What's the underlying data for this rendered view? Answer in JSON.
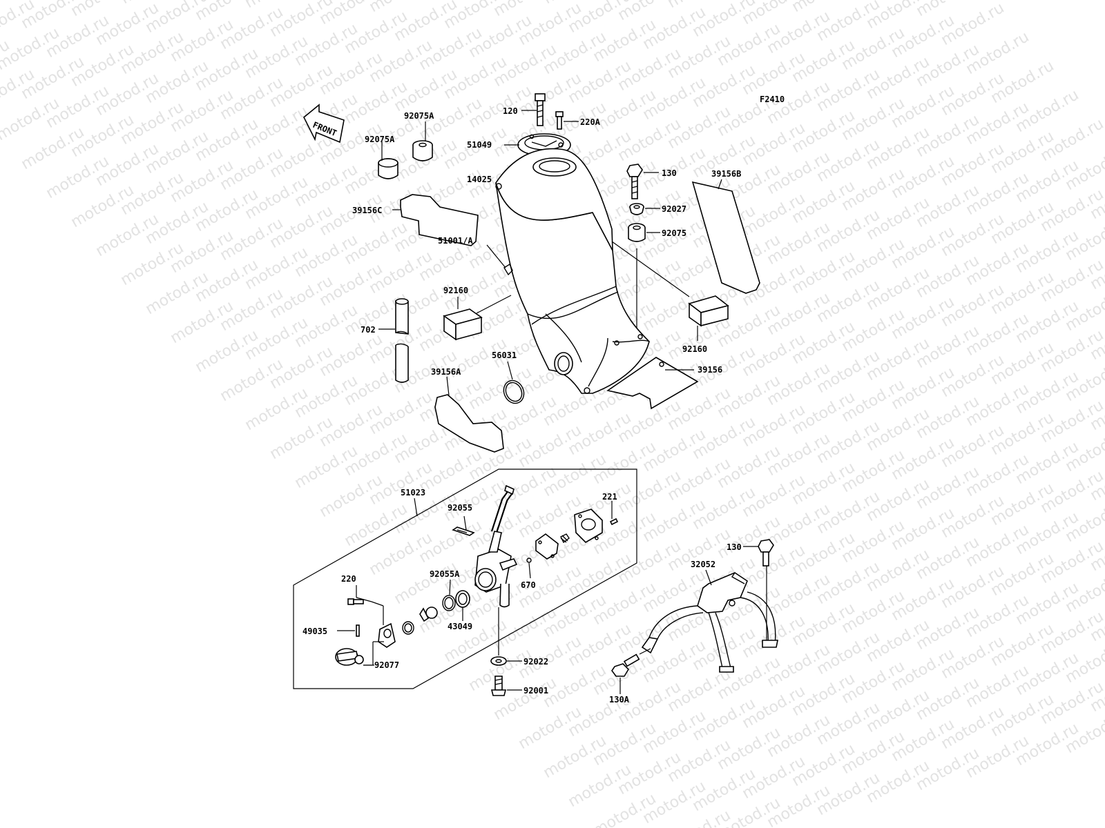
{
  "diagram_code": "F2410",
  "front_label": "FRONT",
  "watermark": "motod.ru",
  "parts": {
    "p120": "120",
    "p220A": "220A",
    "p51049": "51049",
    "p14025": "14025",
    "p92075A_1": "92075A",
    "p92075A_2": "92075A",
    "p39156C": "39156C",
    "p130_top": "130",
    "p92027": "92027",
    "p92075": "92075",
    "p39156B": "39156B",
    "p51001A": "51001/A",
    "p92160_left": "92160",
    "p92160_right": "92160",
    "p702": "702",
    "p56031": "56031",
    "p39156A": "39156A",
    "p39156": "39156",
    "p51023": "51023",
    "p92055": "92055",
    "p221": "221",
    "p130_right": "130",
    "p32052": "32052",
    "p220": "220",
    "p92055A": "92055A",
    "p670": "670",
    "p43049": "43049",
    "p49035": "49035",
    "p92022": "92022",
    "p92077": "92077",
    "p92001": "92001",
    "p130A": "130A"
  }
}
